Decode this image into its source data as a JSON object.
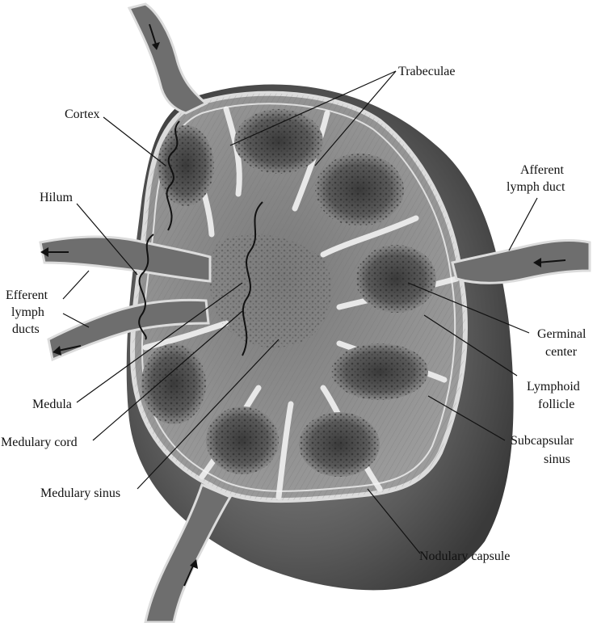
{
  "labels": {
    "trabeculae": "Trabeculae",
    "cortex": "Cortex",
    "afferent_duct_1": "Afferent",
    "afferent_duct_2": "lymph duct",
    "hilum": "Hilum",
    "efferent_ducts_1": "Efferent",
    "efferent_ducts_2": "lymph",
    "efferent_ducts_3": "ducts",
    "germinal_center_1": "Germinal",
    "germinal_center_2": "center",
    "lymphoid_follicle_1": "Lymphoid",
    "lymphoid_follicle_2": "follicle",
    "medula": "Medula",
    "medulary_cord": "Medulary cord",
    "subcapsular_sinus_1": "Subcapsular",
    "subcapsular_sinus_2": "sinus",
    "medulary_sinus": "Medulary sinus",
    "nodulary_capsule": "Nodulary capsule"
  },
  "colors": {
    "capsule_shadow": "#555555",
    "tissue": "#8a8a8a",
    "trabecula": "#e6e6e6",
    "follicle": "#4a4a4a",
    "vessel": "#6e6e6e"
  }
}
